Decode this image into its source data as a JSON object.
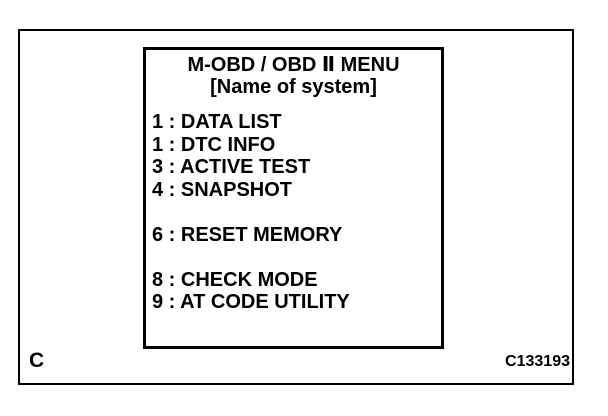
{
  "page": {
    "background_color": "#ffffff",
    "ink_color": "#000000"
  },
  "figure": {
    "corner_label": "C",
    "figure_code": "C133193"
  },
  "screen": {
    "title": "M-OBD / OBD Ⅱ MENU",
    "subtitle": "[Name of system]",
    "lines": [
      "1 : DATA LIST",
      "1 : DTC INFO",
      "3 : ACTIVE TEST",
      "4 : SNAPSHOT",
      "",
      "6 : RESET MEMORY",
      "",
      "8 : CHECK MODE",
      "9 : AT CODE UTILITY"
    ]
  }
}
